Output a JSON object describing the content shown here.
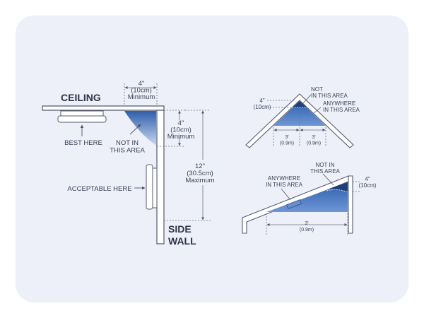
{
  "colors": {
    "background": "#edf0f8",
    "structure": "#555b6e",
    "dimension": "#6c7386",
    "dead_air_top": "#2f5ea8",
    "dead_air_bottom": "#c9d8f0",
    "detector_fill": "#ffffff"
  },
  "wall_ceiling": {
    "ceiling_label": "CEILING",
    "side_wall_label": "SIDE\nWALL",
    "ceiling_gap": [
      "4\"",
      "(10cm)",
      "Minimum"
    ],
    "wall_gap": [
      "4\"",
      "(10cm)",
      "Minimum"
    ],
    "wall_max": [
      "12\"",
      "(30.5cm)",
      "Maximum"
    ],
    "best_here": "BEST HERE",
    "not_in_this_area": "NOT IN\nTHIS AREA",
    "acceptable_here": "ACCEPTABLE HERE"
  },
  "peaked_ceiling": {
    "peak_gap": [
      "4\"",
      "(10cm)"
    ],
    "not_in_this_area": "NOT\nIN THIS AREA",
    "anywhere_in_this_area": "ANYWHERE\nIN THIS AREA",
    "left_span": [
      "3'",
      "(0.9m)"
    ],
    "right_span": [
      "3'",
      "(0.9m)"
    ]
  },
  "sloped_ceiling": {
    "anywhere_in_this_area": "ANYWHERE\nIN THIS AREA",
    "not_in_this_area": "NOT IN\nTHIS AREA",
    "peak_gap": [
      "4\"",
      "(10cm)"
    ],
    "span": [
      "3'",
      "(0.9m)"
    ]
  }
}
